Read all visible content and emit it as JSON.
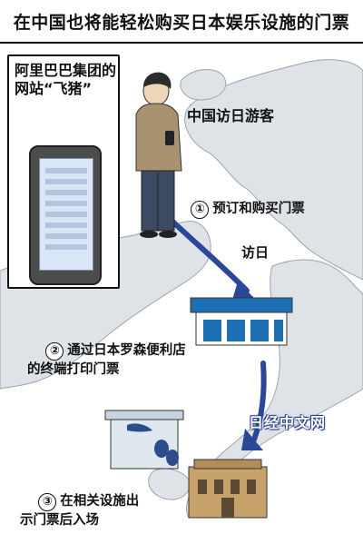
{
  "title": "在中国也将能轻松购买日本娱乐设施的门票",
  "callout": {
    "label": "阿里巴巴集团的\n网站“飞猪”"
  },
  "tourist_label": "中国访日游客",
  "steps": [
    {
      "number": "①",
      "text": "预订和购买门票"
    },
    {
      "number": "②",
      "text": "通过日本罗森便利店\n的终端打印门票"
    },
    {
      "number": "③",
      "text": "在相关设施出\n示门票后入场"
    }
  ],
  "arrow_label": "访日",
  "watermark": "日经中文网",
  "colors": {
    "map_sea": "#ffffff",
    "map_land": "#dfe3e8",
    "route": "#2a4798",
    "store_blue": "#1d6fb3",
    "building_tan": "#c8a26b"
  }
}
